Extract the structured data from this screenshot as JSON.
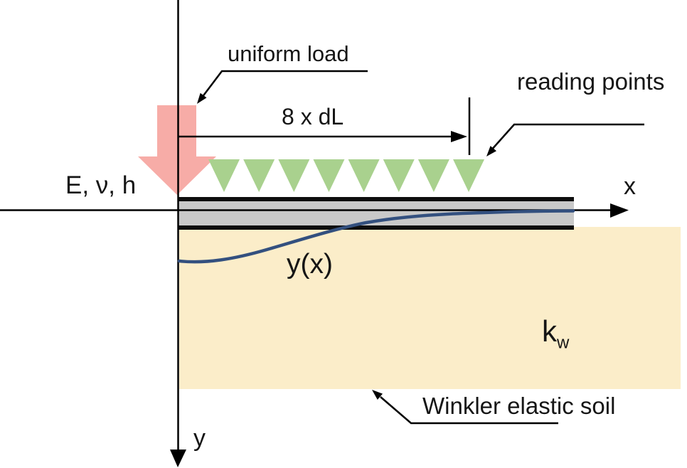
{
  "figure": {
    "kind": "beam-on-elastic-foundation-diagram",
    "labels": {
      "uniform_load": "uniform load",
      "spacing_dimension": "8 x dL",
      "reading_points": "reading points",
      "plate_properties": "E, ν, h",
      "axis_x": "x",
      "axis_y": "y",
      "deflection_curve": "y(x)",
      "soil_stiffness_base": "k",
      "soil_stiffness_sub": "w",
      "soil_name": "Winkler elastic soil"
    },
    "reading_points": {
      "count": 8
    },
    "colors": {
      "load_arrow": "#F7ACA7",
      "reading_point": "#A9D18E",
      "beam_fill": "#C9C9C9",
      "beam_edge": "#0D0D0D",
      "soil_fill": "#FBEDC9",
      "deflection_curve": "#33507F",
      "line": "#000000"
    }
  }
}
